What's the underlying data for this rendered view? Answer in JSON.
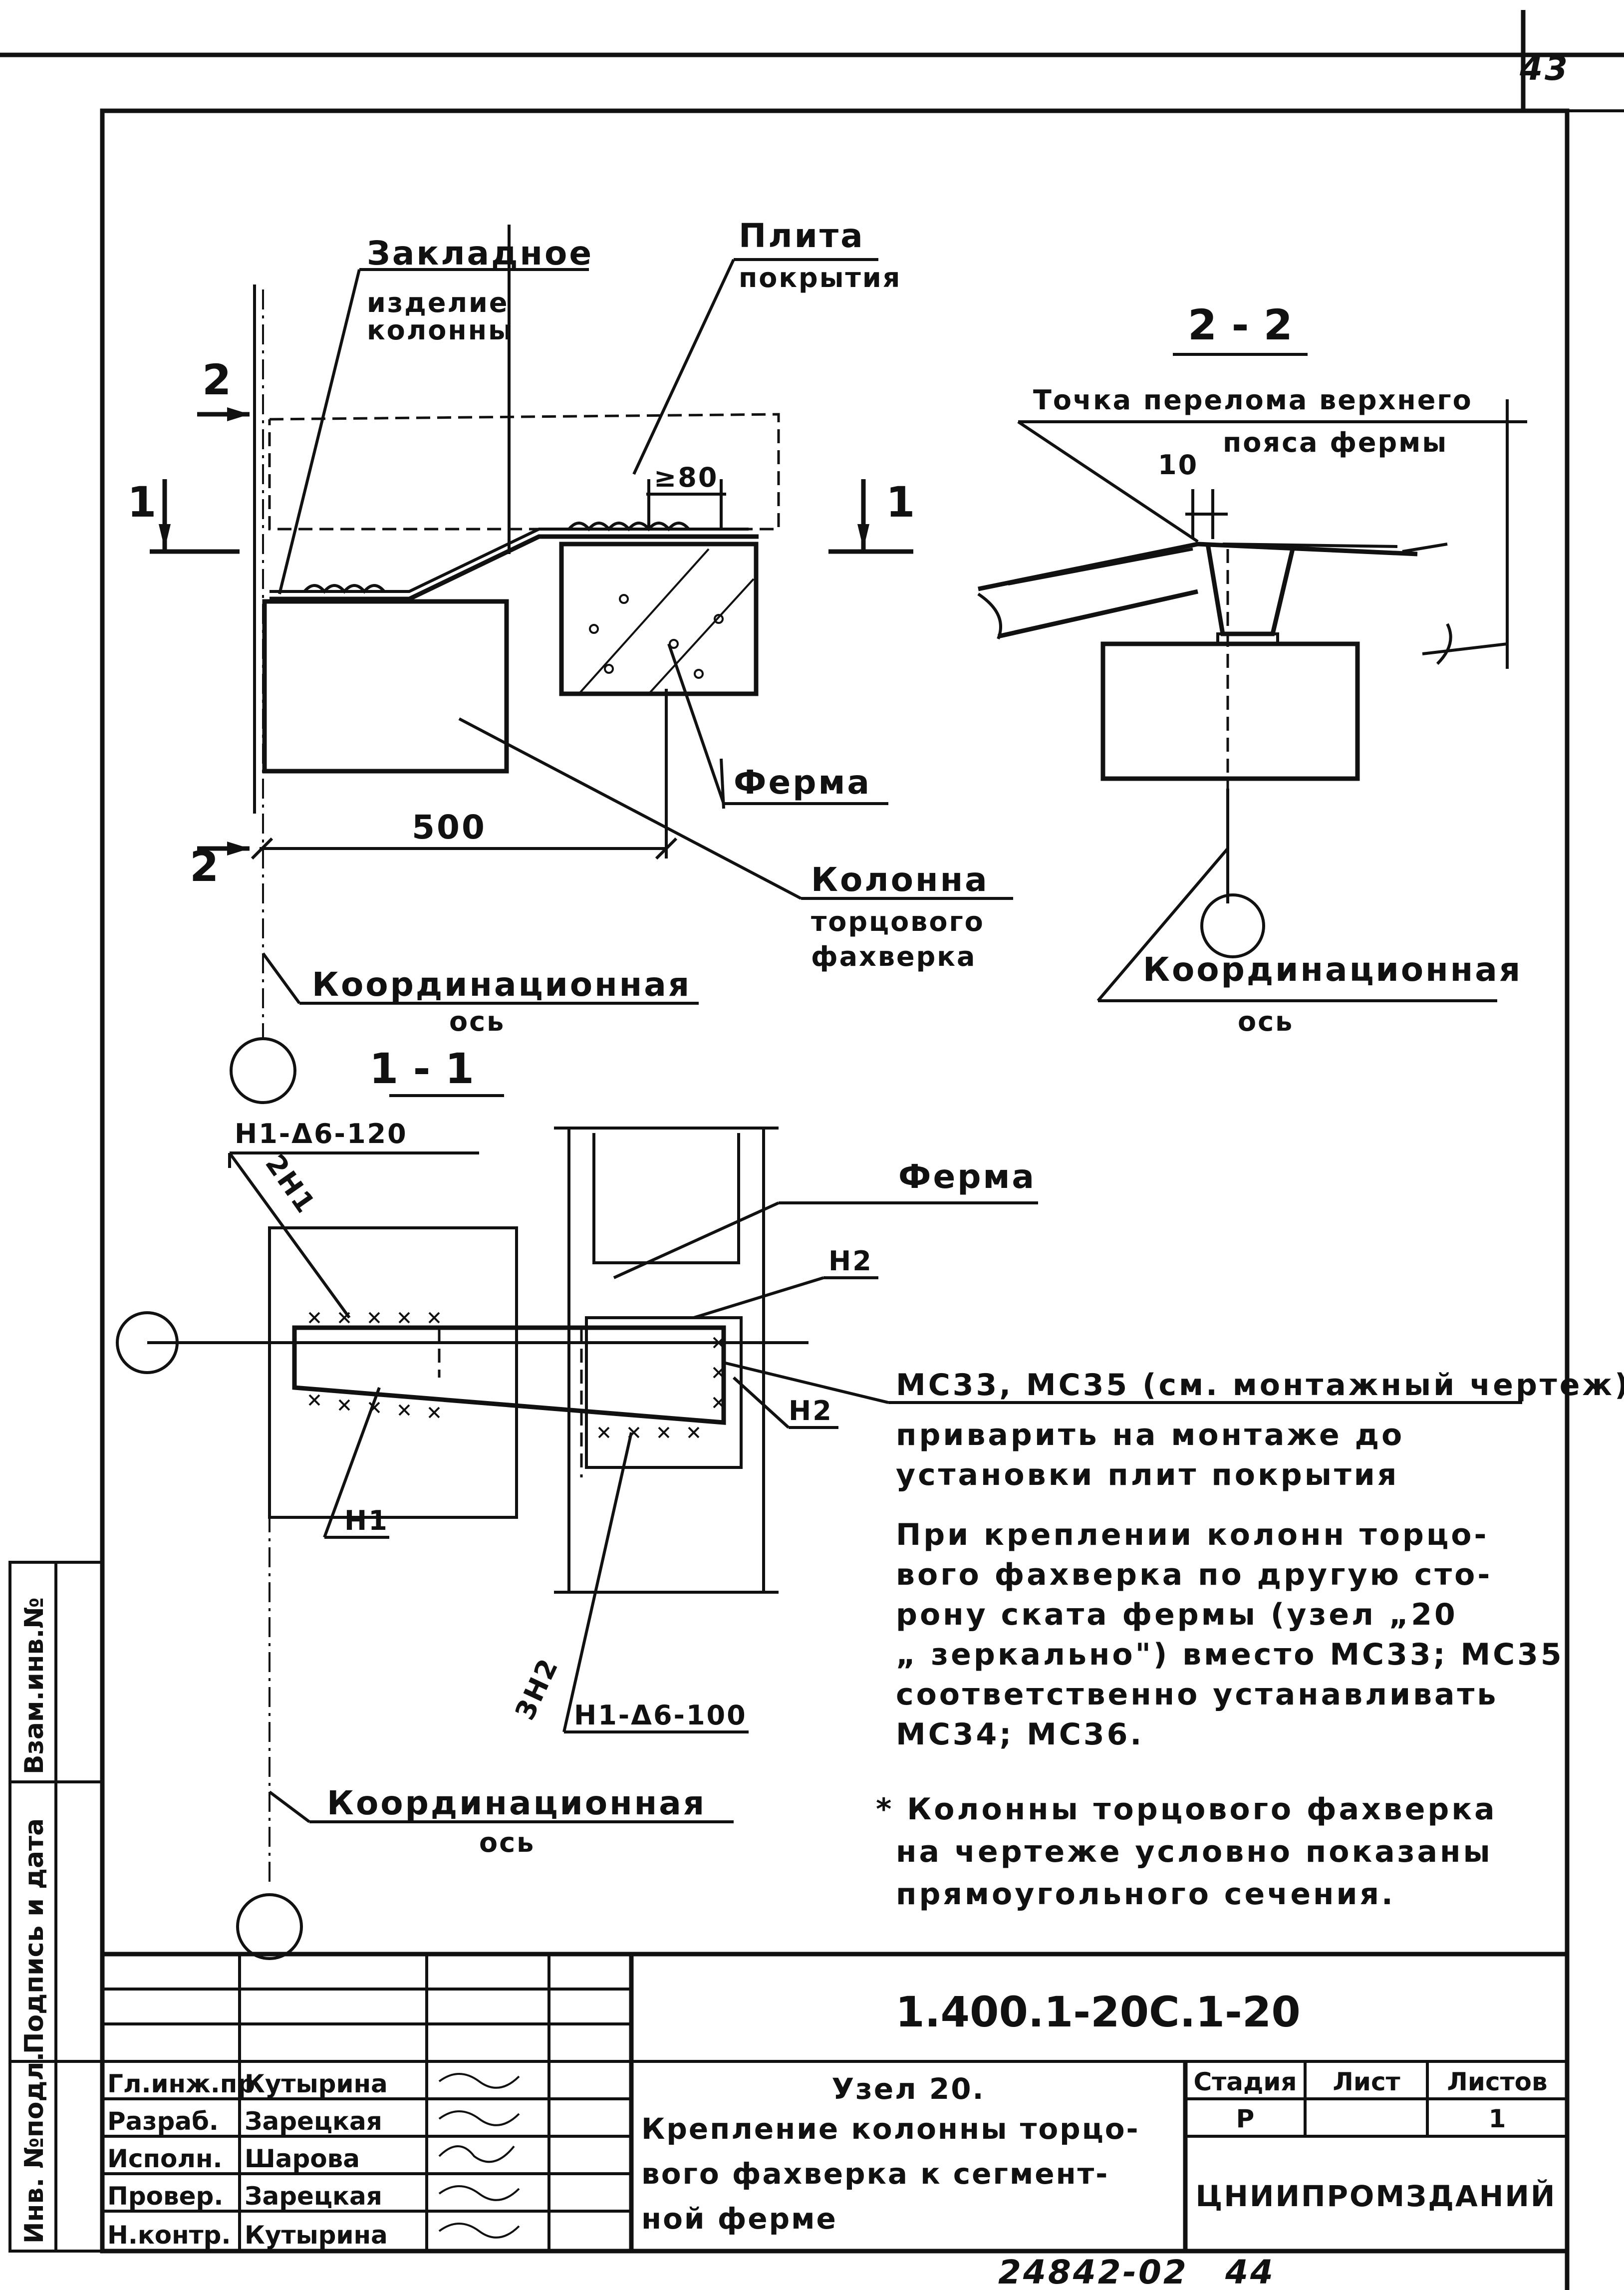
{
  "page_number": "43",
  "detail_left": {
    "label_embedded_1": "Закладное",
    "label_embedded_2": "изделие",
    "label_embedded_3": "колонны",
    "label_slab_1": "Плита",
    "label_slab_2": "покрытия",
    "dim_min_bearing": "≥80",
    "label_truss": "Ферма",
    "label_column_1": "Колонна",
    "label_column_2": "торцового",
    "label_column_3": "фахверка",
    "dim_width": "500",
    "section_mark_1": "1",
    "section_mark_2": "2",
    "axis_label_1": "Координационная",
    "axis_label_2": "ось"
  },
  "section_2_2": {
    "title": "2 - 2",
    "label_break_1": "Точка перелома верхнего",
    "label_break_2": "пояса фермы",
    "dim_offset": "10",
    "axis_label_1": "Координационная",
    "axis_label_2": "ось"
  },
  "section_1_1": {
    "title": "1 - 1",
    "weld_top": "Н1-Δ6-120",
    "weld_top_count": "2Н1",
    "label_truss": "Ферма",
    "mark_n2_top": "Н2",
    "mark_n2_right": "Н2",
    "mark_n1": "Н1",
    "weld_bottom": "Н1-Δ6-100",
    "weld_bottom_count": "3Н2",
    "axis_label_1": "Координационная",
    "axis_label_2": "ось"
  },
  "notes": {
    "ref_line": "МС33, МС35 (см. монтажный чертеж)",
    "note1_line1": "приварить на монтаже до",
    "note1_line2": "установки плит покрытия",
    "note2_line1": "При креплении колонн торцо-",
    "note2_line2": "вого фахверка по другую сто-",
    "note2_line3": "рону ската фермы (узел „20",
    "note2_line4": "„ зеркально\") вместо МС33; МС35",
    "note2_line5": "соответственно устанавливать",
    "note2_line6": "МС34; МС36.",
    "note3_line1": "* Колонны торцового фахверка",
    "note3_line2": "на чертеже условно показаны",
    "note3_line3": "прямоугольного сечения."
  },
  "title_block": {
    "doc_code": "1.400.1-20С.1-20",
    "title_line1": "Узел 20.",
    "title_line2": "Крепление колонны торцо-",
    "title_line3": "вого фахверка к сегмент-",
    "title_line4": "ной ферме",
    "col_stage": "Стадия",
    "col_sheet": "Лист",
    "col_sheets": "Листов",
    "stage_value": "Р",
    "sheets_value": "1",
    "organization": "ЦНИИПРОМЗДАНИЙ",
    "roles": [
      {
        "role": "Гл.инж.пр",
        "name": "Кутырина"
      },
      {
        "role": "Разраб.",
        "name": "Зарецкая"
      },
      {
        "role": "Исполн.",
        "name": "Шарова"
      },
      {
        "role": "Провер.",
        "name": "Зарецкая"
      },
      {
        "role": "Н.контр.",
        "name": "Кутырина"
      }
    ]
  },
  "side_stamp": {
    "inv_orig": "Инв. №подл.",
    "sign_date": "Подпись и дата",
    "inv_replace": "Взам.инв.№"
  },
  "footer_code": "24842-02",
  "footer_number": "44"
}
